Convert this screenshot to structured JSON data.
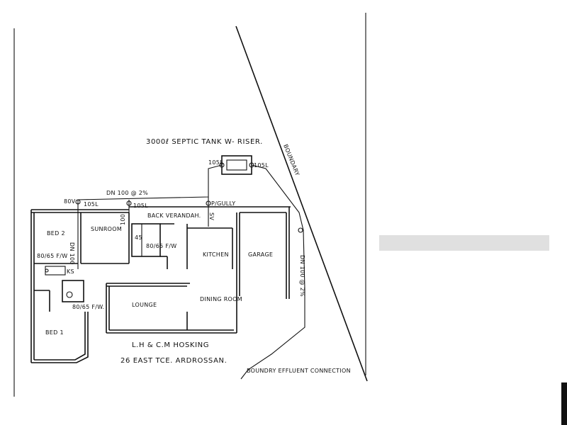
{
  "title": {
    "septic": "3000ℓ SEPTIC TANK W- RISER.",
    "owner": "L.H & C.M HOSKING",
    "address": "26 EAST TCE. ARDROSSAN."
  },
  "rooms": {
    "bed2": "BED 2",
    "bed1": "BED 1",
    "sunroom": "SUNROOM",
    "back_verandah": "BACK VERANDAH.",
    "kitchen": "KITCHEN",
    "garage": "GARAGE",
    "lounge": "LOUNGE",
    "dining": "DINING ROOM"
  },
  "annotations": {
    "boundary": "BOUNDARY",
    "boundary_effluent": "BOUNDRY EFFLUENT CONNECTION",
    "pipe_main": "DN 100 @ 2%",
    "pipe_side": "DN 100 @ 2%",
    "dn100_left": "DN 100",
    "vent_80": "80V",
    "io_105_a": "105L",
    "io_105_b": "105L",
    "io_105_c": "105L",
    "io_105_d": "105L",
    "gully": "P/GULLY",
    "fw_bed2": "80/65 F/W",
    "fw_bed1": "80/65 F/W.",
    "fw_mid": "80/65 F/W",
    "sv": "SV",
    "ks": "KS",
    "label_100": "100",
    "label_45": "45"
  }
}
